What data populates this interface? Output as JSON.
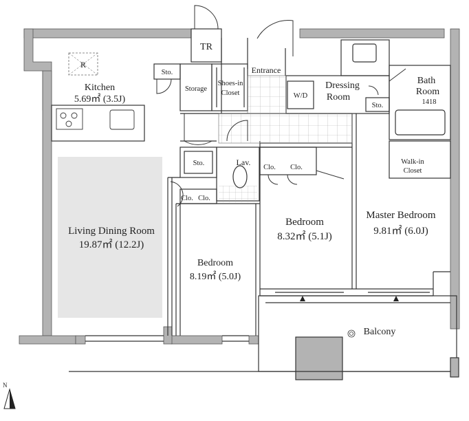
{
  "plan": {
    "tr": "TR",
    "entrance": "Entrance",
    "storage": "Storage",
    "sto_top": "Sto.",
    "sto_mid": "Sto.",
    "sto_bath": "Sto.",
    "shoes_line1": "Shoes-in",
    "shoes_line2": "Closet",
    "kitchen_name": "Kitchen",
    "kitchen_area": "5.69㎡ (3.5J)",
    "refrigerator": "R",
    "wd": "W/D",
    "dressing_line1": "Dressing",
    "dressing_line2": "Room",
    "bath_line1": "Bath",
    "bath_line2": "Room",
    "bath_size": "1418",
    "lav": "Lav.",
    "walkin_line1": "Walk-in",
    "walkin_line2": "Closet",
    "clo_1": "Clo.",
    "clo_2": "Clo.",
    "clo_3": "Clo.",
    "clo_4": "Clo.",
    "living_name": "Living Dining Room",
    "living_area": "19.87㎡ (12.2J)",
    "bedroom1_name": "Bedroom",
    "bedroom1_area": "8.19㎡ (5.0J)",
    "bedroom2_name": "Bedroom",
    "bedroom2_area": "8.32㎡ (5.1J)",
    "master_name": "Master Bedroom",
    "master_area": "9.81㎡ (6.0J)",
    "balcony": "Balcony",
    "north": "N"
  },
  "colors": {
    "wall": "#b3b3b3",
    "line": "#333333",
    "living_fill": "#e6e6e6",
    "tile": "#999999"
  }
}
